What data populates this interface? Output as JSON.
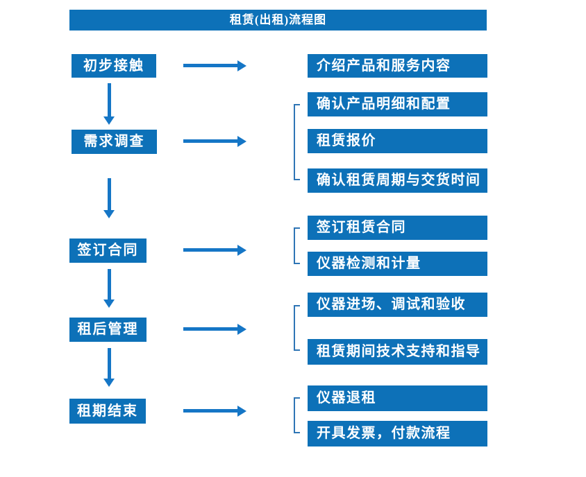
{
  "title": "租赁(出租)流程图",
  "colors": {
    "box_fill": "#0d71b8",
    "arrow": "#1576c6",
    "bracket": "#2e75b5",
    "text": "#ffffff",
    "background": "#ffffff"
  },
  "steps": [
    {
      "label": "初步接触",
      "details": [
        "介绍产品和服务内容"
      ]
    },
    {
      "label": "需求调查",
      "details": [
        "确认产品明细和配置",
        "租赁报价",
        "确认租赁周期与交货时间"
      ]
    },
    {
      "label": "签订合同",
      "details": [
        "签订租赁合同",
        "仪器检测和计量"
      ]
    },
    {
      "label": "租后管理",
      "details": [
        "仪器进场、调试和验收",
        "租赁期间技术支持和指导"
      ]
    },
    {
      "label": "租期结束",
      "details": [
        "仪器退租",
        "开具发票，付款流程"
      ]
    }
  ]
}
